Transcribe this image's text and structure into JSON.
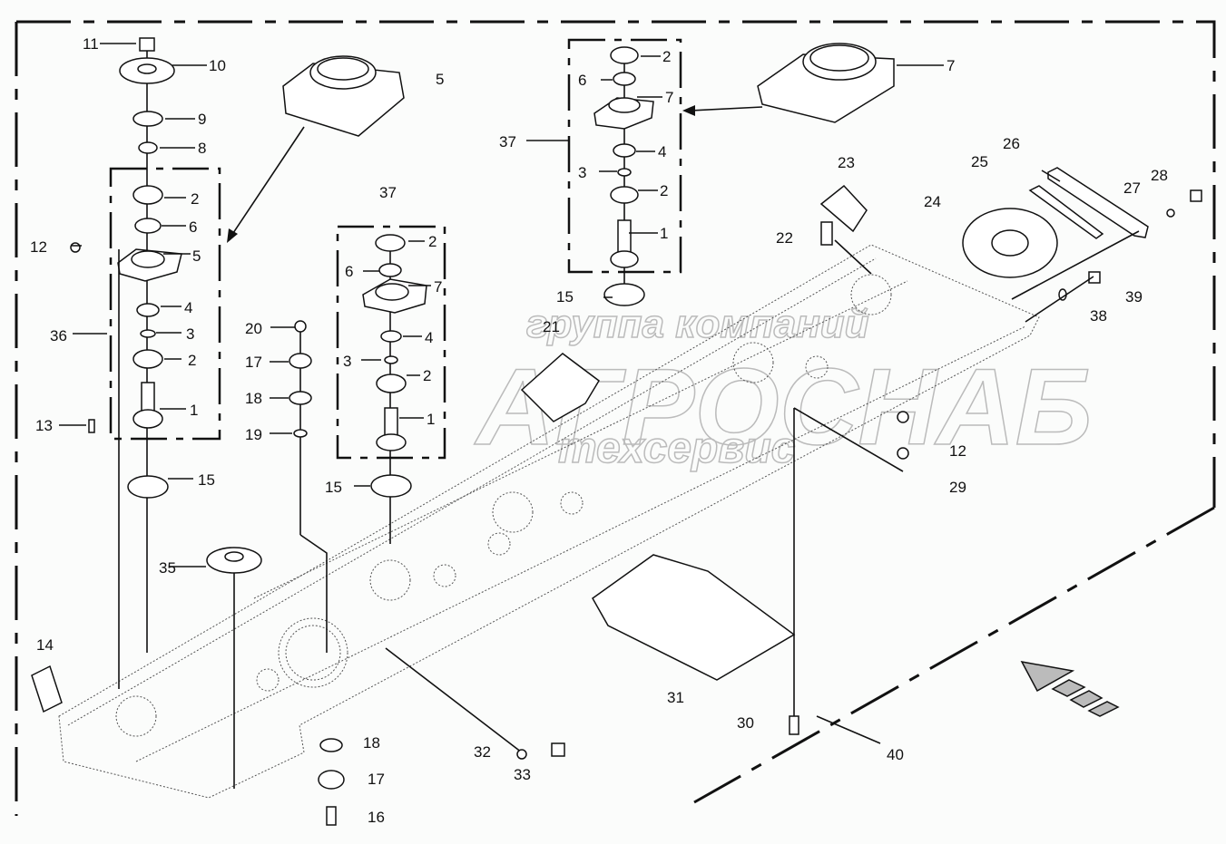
{
  "diagram": {
    "type": "exploded-parts",
    "watermark": {
      "line1": "группа компаний",
      "line2": "АГРОСНАБ",
      "line3": "техсервис"
    },
    "callouts": [
      {
        "id": "c11",
        "label": "11"
      },
      {
        "id": "c10",
        "label": "10"
      },
      {
        "id": "c9",
        "label": "9"
      },
      {
        "id": "c8",
        "label": "8"
      },
      {
        "id": "c2a",
        "label": "2"
      },
      {
        "id": "c6a",
        "label": "6"
      },
      {
        "id": "c12a",
        "label": "12"
      },
      {
        "id": "c5a",
        "label": "5"
      },
      {
        "id": "c4a",
        "label": "4"
      },
      {
        "id": "c36",
        "label": "36"
      },
      {
        "id": "c3a",
        "label": "3"
      },
      {
        "id": "c2b",
        "label": "2"
      },
      {
        "id": "c1a",
        "label": "1"
      },
      {
        "id": "c13",
        "label": "13"
      },
      {
        "id": "c15a",
        "label": "15"
      },
      {
        "id": "c35",
        "label": "35"
      },
      {
        "id": "c14",
        "label": "14"
      },
      {
        "id": "c5b",
        "label": "5"
      },
      {
        "id": "c20",
        "label": "20"
      },
      {
        "id": "c17a",
        "label": "17"
      },
      {
        "id": "c18a",
        "label": "18"
      },
      {
        "id": "c19",
        "label": "19"
      },
      {
        "id": "c37a",
        "label": "37"
      },
      {
        "id": "c2c",
        "label": "2"
      },
      {
        "id": "c6b",
        "label": "6"
      },
      {
        "id": "c7a",
        "label": "7"
      },
      {
        "id": "c4b",
        "label": "4"
      },
      {
        "id": "c3b",
        "label": "3"
      },
      {
        "id": "c2d",
        "label": "2"
      },
      {
        "id": "c1b",
        "label": "1"
      },
      {
        "id": "c15b",
        "label": "15"
      },
      {
        "id": "c37b",
        "label": "37"
      },
      {
        "id": "c2e",
        "label": "2"
      },
      {
        "id": "c6c",
        "label": "6"
      },
      {
        "id": "c7b",
        "label": "7"
      },
      {
        "id": "c4c",
        "label": "4"
      },
      {
        "id": "c3c",
        "label": "3"
      },
      {
        "id": "c2f",
        "label": "2"
      },
      {
        "id": "c1c",
        "label": "1"
      },
      {
        "id": "c15c",
        "label": "15"
      },
      {
        "id": "c21",
        "label": "21"
      },
      {
        "id": "c7c",
        "label": "7"
      },
      {
        "id": "c23",
        "label": "23"
      },
      {
        "id": "c22",
        "label": "22"
      },
      {
        "id": "c26",
        "label": "26"
      },
      {
        "id": "c25",
        "label": "25"
      },
      {
        "id": "c24",
        "label": "24"
      },
      {
        "id": "c27",
        "label": "27"
      },
      {
        "id": "c28",
        "label": "28"
      },
      {
        "id": "c39",
        "label": "39"
      },
      {
        "id": "c38",
        "label": "38"
      },
      {
        "id": "c12b",
        "label": "12"
      },
      {
        "id": "c29",
        "label": "29"
      },
      {
        "id": "c31",
        "label": "31"
      },
      {
        "id": "c30",
        "label": "30"
      },
      {
        "id": "c40",
        "label": "40"
      },
      {
        "id": "c32",
        "label": "32"
      },
      {
        "id": "c33",
        "label": "33"
      },
      {
        "id": "c18b",
        "label": "18"
      },
      {
        "id": "c17b",
        "label": "17"
      },
      {
        "id": "c16",
        "label": "16"
      }
    ]
  }
}
